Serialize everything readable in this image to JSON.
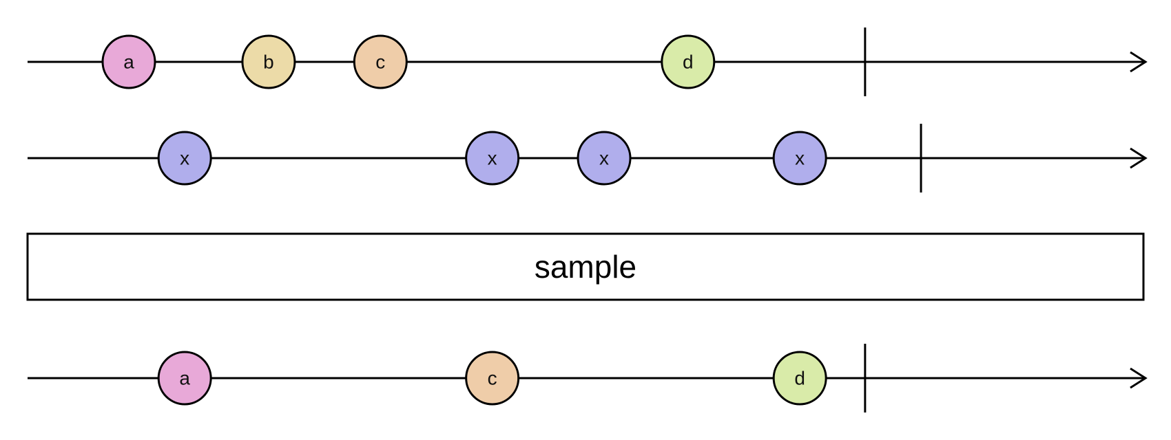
{
  "colors": {
    "pink": "#e8a9d8",
    "yellow": "#ecdba8",
    "peach": "#efcda9",
    "green": "#d9eba9",
    "purple": "#b0aeec",
    "stroke": "#000000"
  },
  "streams": [
    {
      "id": "source",
      "marbles": [
        {
          "label": "a",
          "color": "pink",
          "t": 0.0
        },
        {
          "label": "b",
          "color": "yellow",
          "t": 0.15
        },
        {
          "label": "c",
          "color": "peach",
          "t": 0.27
        },
        {
          "label": "d",
          "color": "green",
          "t": 0.6
        }
      ],
      "complete_t": 0.79
    },
    {
      "id": "sampler",
      "marbles": [
        {
          "label": "x",
          "color": "purple",
          "t": 0.06
        },
        {
          "label": "x",
          "color": "purple",
          "t": 0.39
        },
        {
          "label": "x",
          "color": "purple",
          "t": 0.51
        },
        {
          "label": "x",
          "color": "purple",
          "t": 0.72
        }
      ],
      "complete_t": 0.85
    }
  ],
  "operator": {
    "label": "sample"
  },
  "output": {
    "id": "result",
    "marbles": [
      {
        "label": "a",
        "color": "pink",
        "t": 0.06
      },
      {
        "label": "c",
        "color": "peach",
        "t": 0.39
      },
      {
        "label": "d",
        "color": "green",
        "t": 0.72
      }
    ],
    "complete_t": 0.79
  }
}
